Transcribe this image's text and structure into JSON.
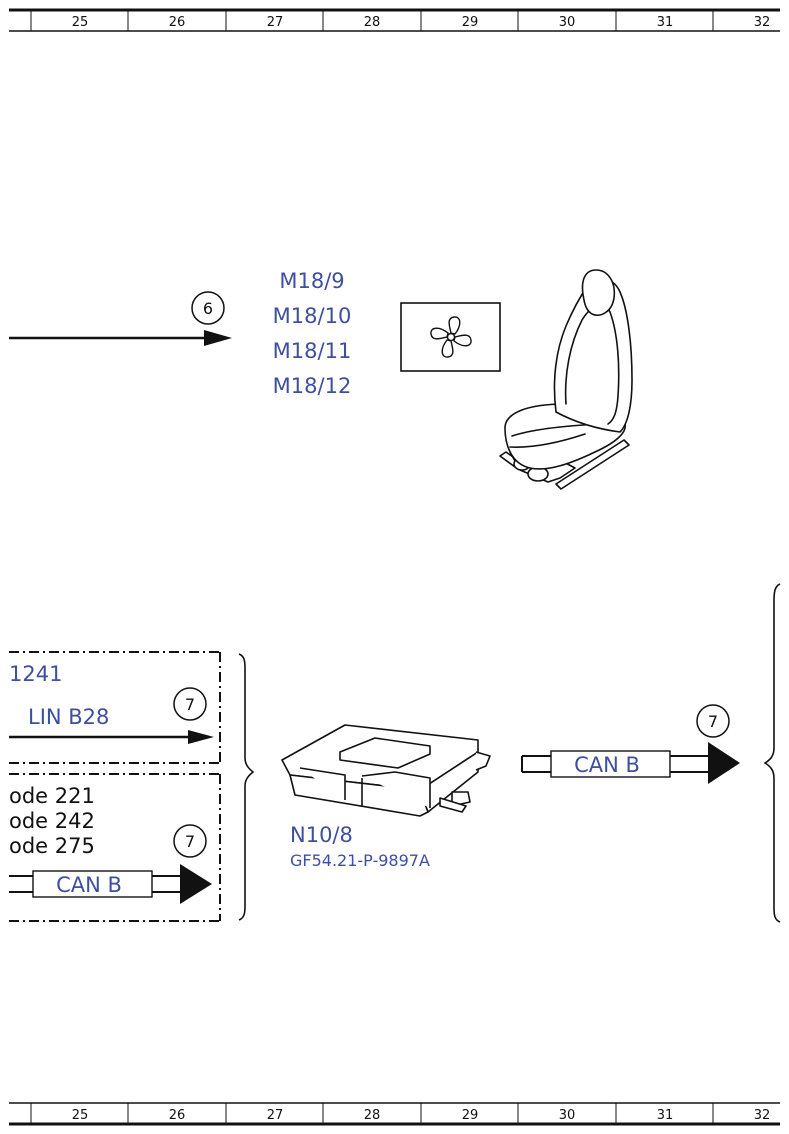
{
  "ruler": {
    "columns": [
      "25",
      "26",
      "27",
      "28",
      "29",
      "30",
      "31",
      "32"
    ]
  },
  "labels": {
    "motors": [
      "M18/9",
      "M18/10",
      "M18/11",
      "M18/12"
    ],
    "callout_6": "6",
    "callout_7": "7",
    "left_code_top": "1241",
    "lin": "LIN B28",
    "codes": [
      "ode 221",
      "ode 242",
      "ode 275"
    ],
    "can_left": "CAN B",
    "can_right": "CAN B",
    "module": "N10/8",
    "reference": "GF54.21-P-9897A"
  },
  "colors": {
    "label_blue": "#3f4f9f",
    "line": "#111111"
  },
  "icons": {
    "fan": "fan-icon",
    "seat": "seat-icon",
    "control_unit": "control-unit-icon"
  }
}
